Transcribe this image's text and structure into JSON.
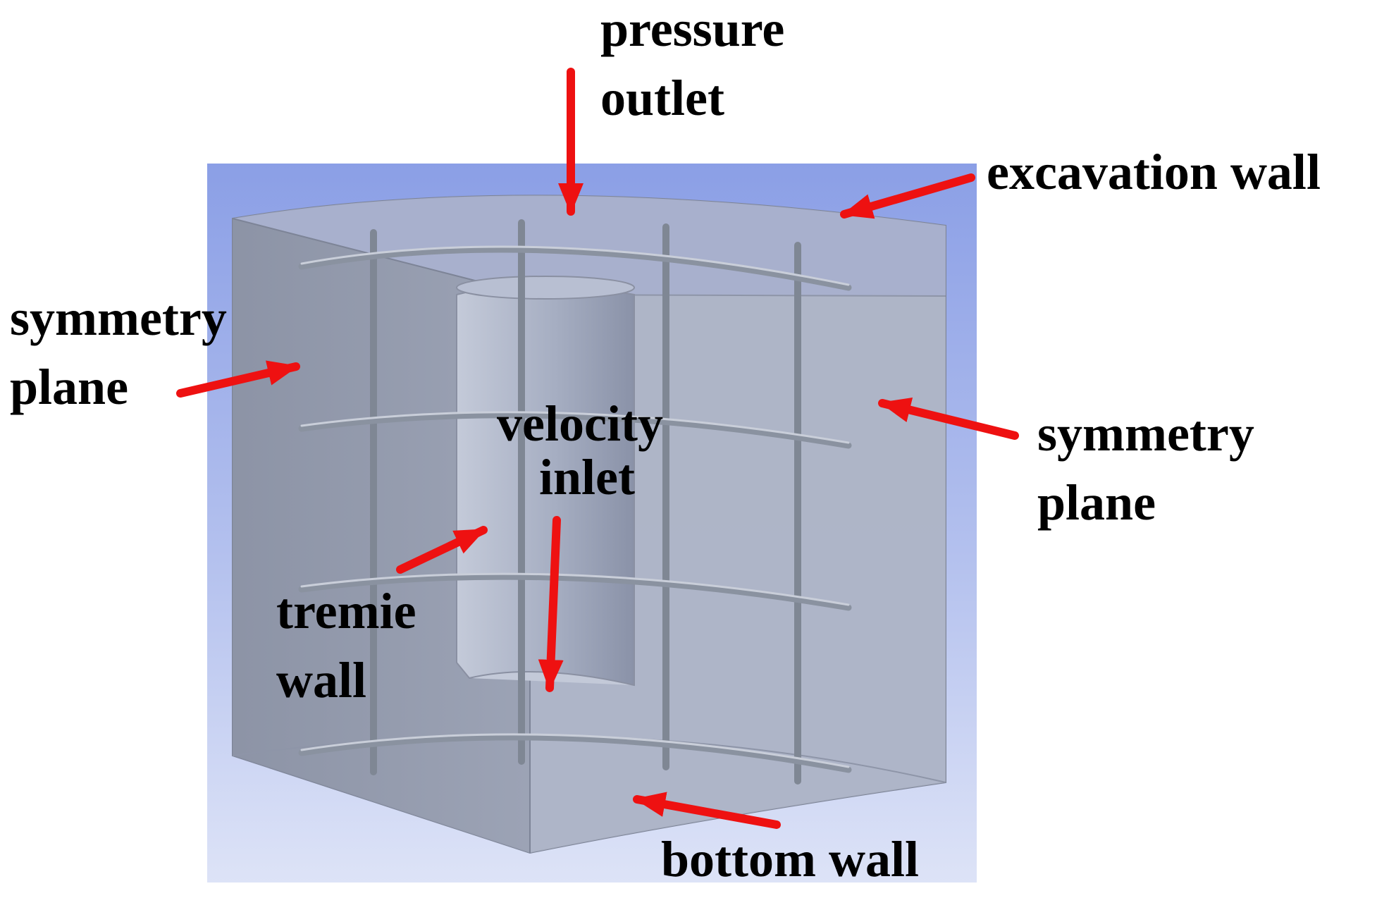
{
  "labels": {
    "pressure_outlet": [
      "pressure",
      "outlet"
    ],
    "excavation_wall": "excavation wall",
    "symmetry_plane_left": [
      "symmetry",
      "plane"
    ],
    "symmetry_plane_right": [
      "symmetry",
      "plane"
    ],
    "velocity_inlet": [
      "velocity",
      "inlet"
    ],
    "tremie_wall": [
      "tremie",
      "wall"
    ],
    "bottom_wall": "bottom wall"
  },
  "colors": {
    "arrow": "#ee1111",
    "label_text": "#000000",
    "background_top": "#8b9fe6",
    "background_bottom": "#dde3f7",
    "domain_fill": "#9aa3b8",
    "rebar": "#7f8794"
  }
}
